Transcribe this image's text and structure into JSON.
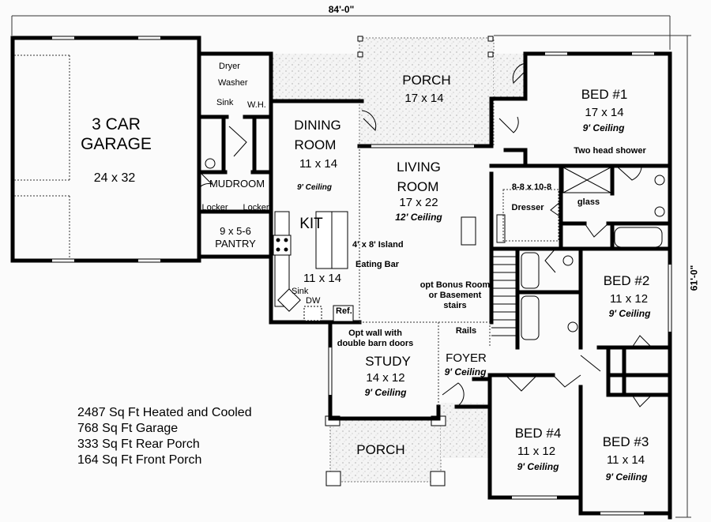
{
  "dimensions": {
    "width": "84'-0\"",
    "depth": "61'-0\""
  },
  "rooms": {
    "garage": {
      "name_line1": "3 CAR",
      "name_line2": "GARAGE",
      "size": "24 x 32"
    },
    "laundry": {
      "dryer": "Dryer",
      "washer": "Washer",
      "sink": "Sink",
      "water_heater": "W.H."
    },
    "mudroom": {
      "name": "MUDROOM",
      "locker_left": "Locker",
      "locker_right": "Locker"
    },
    "pantry": {
      "size": "9 x 5-6",
      "name": "PANTRY"
    },
    "dining": {
      "name_line1": "DINING",
      "name_line2": "ROOM",
      "size": "11 x 14",
      "ceiling": "9' Ceiling"
    },
    "kitchen": {
      "name": "KIT",
      "size": "11 x 14",
      "island": "4' x 8' Island",
      "eating_bar": "Eating Bar",
      "sink": "Sink",
      "dishwasher": "DW",
      "refrigerator": "Ref."
    },
    "rear_porch": {
      "name": "PORCH",
      "size": "17 x 14"
    },
    "living": {
      "name_line1": "LIVING",
      "name_line2": "ROOM",
      "size": "17 x 22",
      "ceiling": "12' Ceiling"
    },
    "bed1": {
      "name": "BED #1",
      "size": "17 x 14",
      "ceiling": "9' Ceiling",
      "shower_note": "Two head shower",
      "glass": "glass"
    },
    "closet1": {
      "size": "8-8 x 10-8",
      "dresser": "Dresser"
    },
    "stairs": {
      "note_line1": "opt Bonus Room",
      "note_line2": "or Basement",
      "note_line3": "stairs",
      "rails": "Rails"
    },
    "bed2": {
      "name": "BED #2",
      "size": "11 x 12",
      "ceiling": "9' Ceiling"
    },
    "study": {
      "note_line1": "Opt wall with",
      "note_line2": "double barn doors",
      "name": "STUDY",
      "size": "14 x 12",
      "ceiling": "9' Ceiling"
    },
    "foyer": {
      "name": "FOYER",
      "ceiling": "9' Ceiling"
    },
    "front_porch": {
      "name": "PORCH"
    },
    "bed4": {
      "name": "BED #4",
      "size": "11 x 12",
      "ceiling": "9' Ceiling"
    },
    "bed3": {
      "name": "BED #3",
      "size": "11 x 14",
      "ceiling": "9' Ceiling"
    }
  },
  "stats": [
    "2487 Sq Ft Heated and Cooled",
    "768 Sq Ft Garage",
    "333 Sq Ft Rear Porch",
    "164 Sq Ft Front Porch"
  ]
}
